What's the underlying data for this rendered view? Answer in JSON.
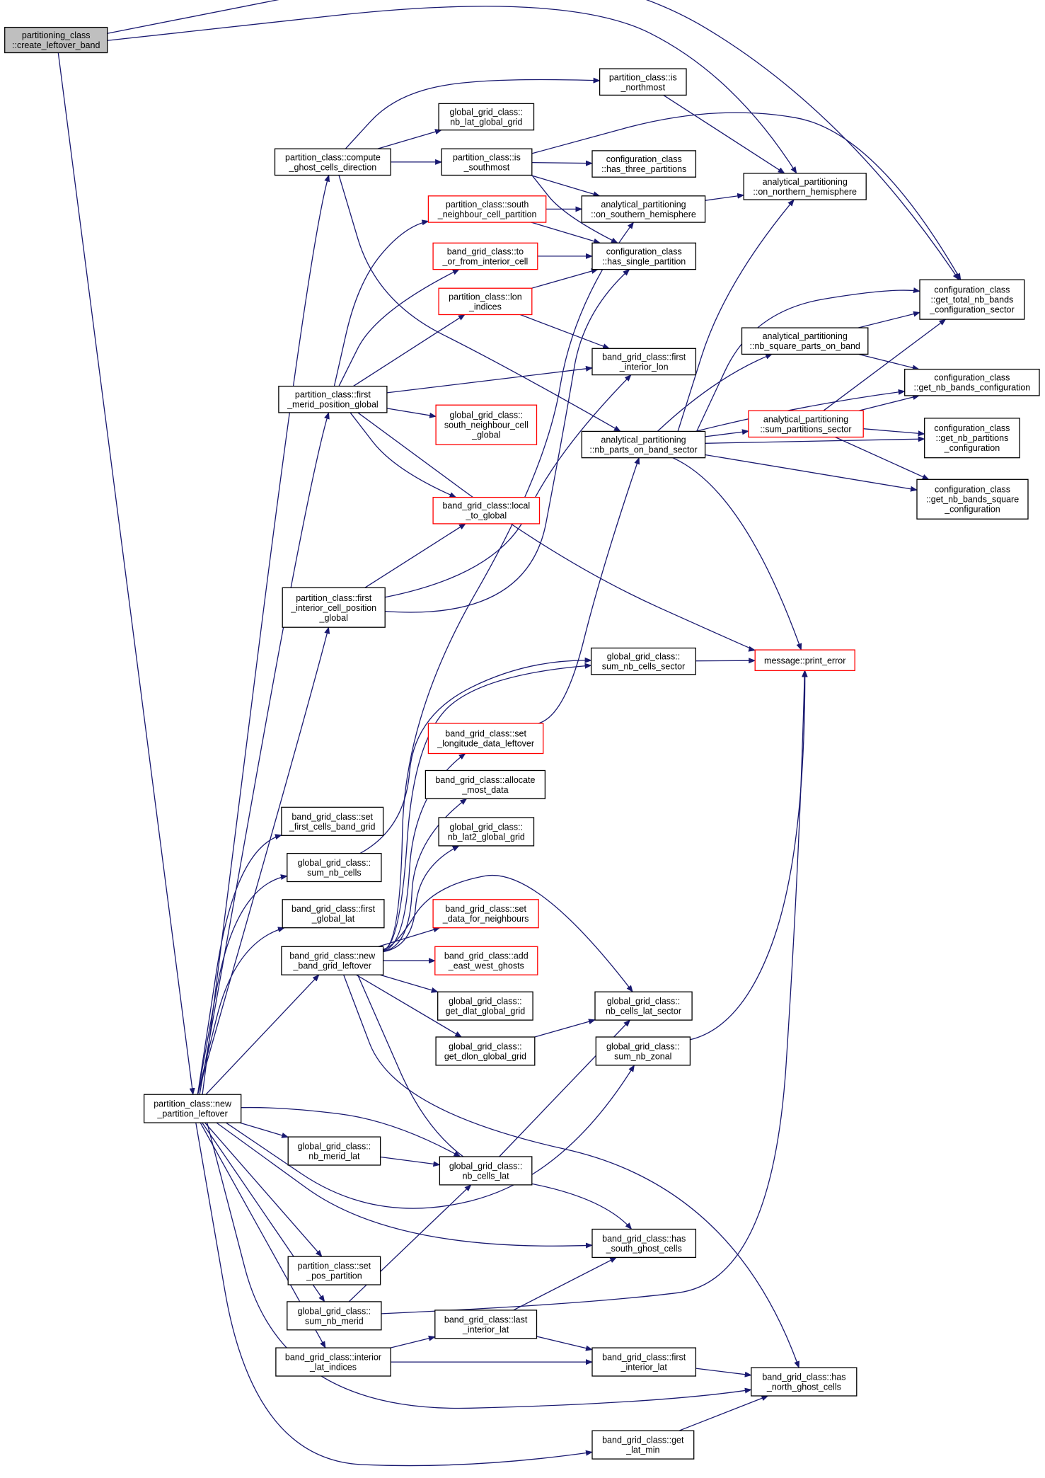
{
  "nodes": [
    {
      "id": "n_create_leftover_band",
      "lines": [
        "partitioning_class",
        "::create_leftover_band"
      ],
      "style": "root"
    },
    {
      "id": "n_is_northmost",
      "lines": [
        "partition_class::is",
        "_northmost"
      ],
      "style": "black"
    },
    {
      "id": "n_nb_lat_global_grid",
      "lines": [
        "global_grid_class::",
        "nb_lat_global_grid"
      ],
      "style": "black"
    },
    {
      "id": "n_compute_ghost",
      "lines": [
        "partition_class::compute",
        "_ghost_cells_direction"
      ],
      "style": "black"
    },
    {
      "id": "n_is_southmost",
      "lines": [
        "partition_class::is",
        "_southmost"
      ],
      "style": "black"
    },
    {
      "id": "n_has_three_partitions",
      "lines": [
        "configuration_class",
        "::has_three_partitions"
      ],
      "style": "black"
    },
    {
      "id": "n_on_northern_hemisphere",
      "lines": [
        "analytical_partitioning",
        "::on_northern_hemisphere"
      ],
      "style": "black"
    },
    {
      "id": "n_south_neighbour_cell_partition",
      "lines": [
        "partition_class::south",
        "_neighbour_cell_partition"
      ],
      "style": "red"
    },
    {
      "id": "n_on_southern_hemisphere",
      "lines": [
        "analytical_partitioning",
        "::on_southern_hemisphere"
      ],
      "style": "black"
    },
    {
      "id": "n_to_or_from_interior_cell",
      "lines": [
        "band_grid_class::to",
        "_or_from_interior_cell"
      ],
      "style": "red"
    },
    {
      "id": "n_has_single_partition",
      "lines": [
        "configuration_class",
        "::has_single_partition"
      ],
      "style": "black"
    },
    {
      "id": "n_get_total_nb_bands",
      "lines": [
        "configuration_class",
        "::get_total_nb_bands",
        "_configuration_sector"
      ],
      "style": "black"
    },
    {
      "id": "n_lon_indices",
      "lines": [
        "partition_class::lon",
        "_indices"
      ],
      "style": "red"
    },
    {
      "id": "n_nb_square_parts_on_band",
      "lines": [
        "analytical_partitioning",
        "::nb_square_parts_on_band"
      ],
      "style": "black"
    },
    {
      "id": "n_first_interior_lon",
      "lines": [
        "band_grid_class::first",
        "_interior_lon"
      ],
      "style": "black"
    },
    {
      "id": "n_get_nb_bands_configuration",
      "lines": [
        "configuration_class",
        "::get_nb_bands_configuration"
      ],
      "style": "black"
    },
    {
      "id": "n_first_merid_position_global",
      "lines": [
        "partition_class::first",
        "_merid_position_global"
      ],
      "style": "black"
    },
    {
      "id": "n_south_neighbour_cell_global",
      "lines": [
        "global_grid_class::",
        "south_neighbour_cell",
        "_global"
      ],
      "style": "red"
    },
    {
      "id": "n_sum_partitions_sector",
      "lines": [
        "analytical_partitioning",
        "::sum_partitions_sector"
      ],
      "style": "red"
    },
    {
      "id": "n_nb_parts_on_band_sector",
      "lines": [
        "analytical_partitioning",
        "::nb_parts_on_band_sector"
      ],
      "style": "black"
    },
    {
      "id": "n_get_nb_partitions_configuration",
      "lines": [
        "configuration_class",
        "::get_nb_partitions",
        "_configuration"
      ],
      "style": "black"
    },
    {
      "id": "n_get_nb_bands_square_configuration",
      "lines": [
        "configuration_class",
        "::get_nb_bands_square",
        "_configuration"
      ],
      "style": "black"
    },
    {
      "id": "n_local_to_global",
      "lines": [
        "band_grid_class::local",
        "_to_global"
      ],
      "style": "red"
    },
    {
      "id": "n_first_interior_cell_position_global",
      "lines": [
        "partition_class::first",
        "_interior_cell_position",
        "_global"
      ],
      "style": "black"
    },
    {
      "id": "n_sum_nb_cells_sector",
      "lines": [
        "global_grid_class::",
        "sum_nb_cells_sector"
      ],
      "style": "black"
    },
    {
      "id": "n_print_error",
      "lines": [
        "message::print_error"
      ],
      "style": "red"
    },
    {
      "id": "n_set_longitude_data_leftover",
      "lines": [
        "band_grid_class::set",
        "_longitude_data_leftover"
      ],
      "style": "red"
    },
    {
      "id": "n_allocate_most_data",
      "lines": [
        "band_grid_class::allocate",
        "_most_data"
      ],
      "style": "black"
    },
    {
      "id": "n_set_first_cells_band_grid",
      "lines": [
        "band_grid_class::set",
        "_first_cells_band_grid"
      ],
      "style": "black"
    },
    {
      "id": "n_nb_lat2_global_grid",
      "lines": [
        "global_grid_class::",
        "nb_lat2_global_grid"
      ],
      "style": "black"
    },
    {
      "id": "n_sum_nb_cells",
      "lines": [
        "global_grid_class::",
        "sum_nb_cells"
      ],
      "style": "black"
    },
    {
      "id": "n_first_global_lat",
      "lines": [
        "band_grid_class::first",
        "_global_lat"
      ],
      "style": "black"
    },
    {
      "id": "n_set_data_for_neighbours",
      "lines": [
        "band_grid_class::set",
        "_data_for_neighbours"
      ],
      "style": "red"
    },
    {
      "id": "n_new_band_grid_leftover",
      "lines": [
        "band_grid_class::new",
        "_band_grid_leftover"
      ],
      "style": "black"
    },
    {
      "id": "n_add_east_west_ghosts",
      "lines": [
        "band_grid_class::add",
        "_east_west_ghosts"
      ],
      "style": "red"
    },
    {
      "id": "n_get_dlat_global_grid",
      "lines": [
        "global_grid_class::",
        "get_dlat_global_grid"
      ],
      "style": "black"
    },
    {
      "id": "n_nb_cells_lat_sector",
      "lines": [
        "global_grid_class::",
        "nb_cells_lat_sector"
      ],
      "style": "black"
    },
    {
      "id": "n_get_dlon_global_grid",
      "lines": [
        "global_grid_class::",
        "get_dlon_global_grid"
      ],
      "style": "black"
    },
    {
      "id": "n_sum_nb_zonal",
      "lines": [
        "global_grid_class::",
        "sum_nb_zonal"
      ],
      "style": "black"
    },
    {
      "id": "n_new_partition_leftover",
      "lines": [
        "partition_class::new",
        "_partition_leftover"
      ],
      "style": "black"
    },
    {
      "id": "n_nb_merid_lat",
      "lines": [
        "global_grid_class::",
        "nb_merid_lat"
      ],
      "style": "black"
    },
    {
      "id": "n_nb_cells_lat",
      "lines": [
        "global_grid_class::",
        "nb_cells_lat"
      ],
      "style": "black"
    },
    {
      "id": "n_has_south_ghost_cells",
      "lines": [
        "band_grid_class::has",
        "_south_ghost_cells"
      ],
      "style": "black"
    },
    {
      "id": "n_set_pos_partition",
      "lines": [
        "partition_class::set",
        "_pos_partition"
      ],
      "style": "black"
    },
    {
      "id": "n_sum_nb_merid",
      "lines": [
        "global_grid_class::",
        "sum_nb_merid"
      ],
      "style": "black"
    },
    {
      "id": "n_last_interior_lat",
      "lines": [
        "band_grid_class::last",
        "_interior_lat"
      ],
      "style": "black"
    },
    {
      "id": "n_interior_lat_indices",
      "lines": [
        "band_grid_class::interior",
        "_lat_indices"
      ],
      "style": "black"
    },
    {
      "id": "n_first_interior_lat",
      "lines": [
        "band_grid_class::first",
        "_interior_lat"
      ],
      "style": "black"
    },
    {
      "id": "n_has_north_ghost_cells",
      "lines": [
        "band_grid_class::has",
        "_north_ghost_cells"
      ],
      "style": "black"
    },
    {
      "id": "n_get_lat_min",
      "lines": [
        "band_grid_class::get",
        "_lat_min"
      ],
      "style": "black"
    }
  ]
}
